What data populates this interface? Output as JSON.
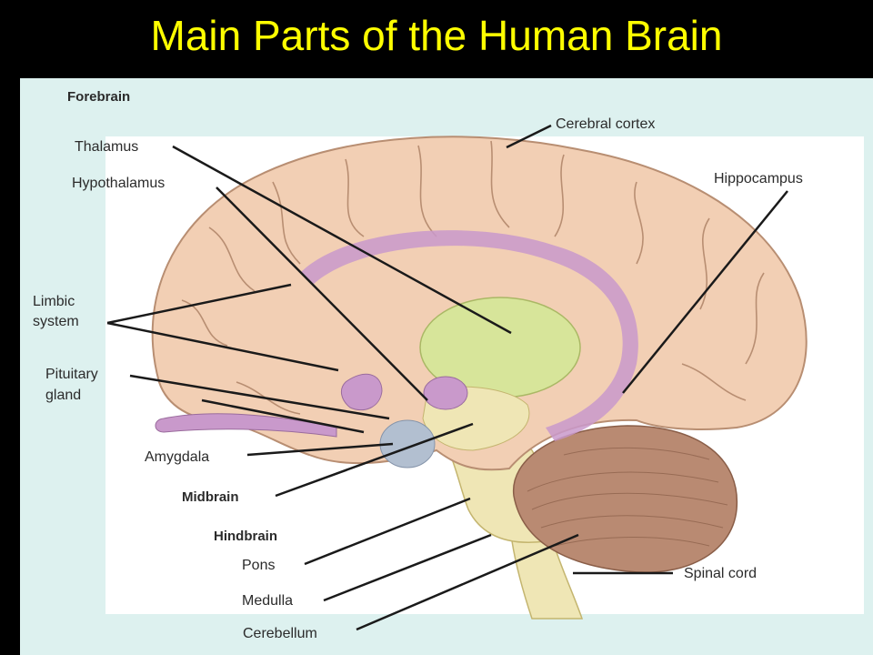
{
  "title": "Main Parts of the Human Brain",
  "colors": {
    "title": "#ffff00",
    "background": "#000000",
    "panel": "#ddf1ef",
    "cortex": "#f2cfb4",
    "limbic": "#c999cb",
    "thalamus": "#d7e59a",
    "cerebellum": "#b98a72",
    "brainstem": "#efe6b5",
    "amygdala": "#b2bfd0"
  },
  "labels": {
    "forebrain": "Forebrain",
    "thalamus": "Thalamus",
    "hypothalamus": "Hypothalamus",
    "limbic_system": [
      "Limbic",
      "system"
    ],
    "pituitary_gland": [
      "Pituitary",
      "gland"
    ],
    "amygdala": "Amygdala",
    "midbrain": "Midbrain",
    "hindbrain": "Hindbrain",
    "pons": "Pons",
    "medulla": "Medulla",
    "cerebellum": "Cerebellum",
    "cerebral_cortex": "Cerebral cortex",
    "hippocampus": "Hippocampus",
    "spinal_cord": "Spinal cord"
  }
}
